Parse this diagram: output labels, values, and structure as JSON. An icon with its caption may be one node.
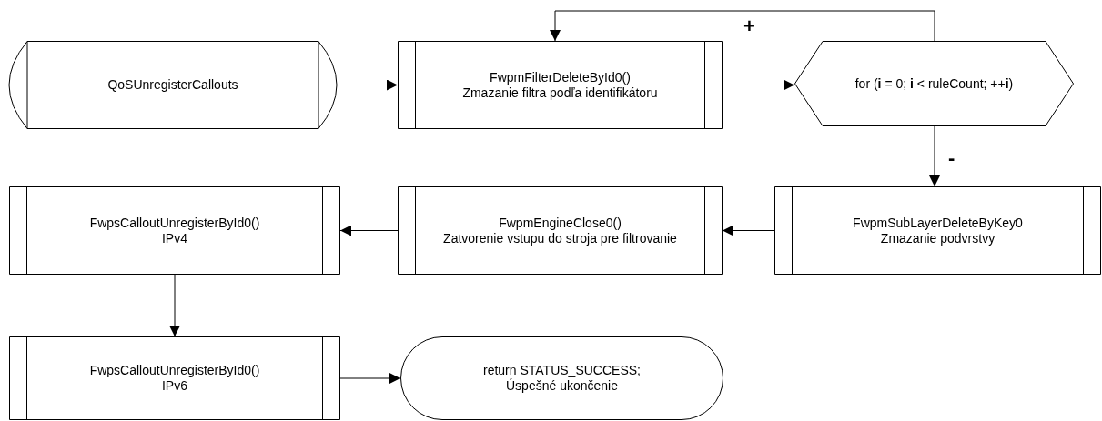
{
  "diagram": {
    "nodes": [
      {
        "text": [
          "QoSUnregisterCallouts"
        ]
      },
      {
        "text": [
          "FwpmFilterDeleteById0()",
          "Zmazanie filtra podľa identifikátoru"
        ]
      },
      {
        "text": [
          "for (**i** = 0; **i** < ruleCount; ++**i**)"
        ]
      },
      {
        "text": [
          "FwpmSubLayerDeleteByKey0",
          "Zmazanie podvrstvy"
        ]
      },
      {
        "text": [
          "FwpmEngineClose0()",
          "Zatvorenie vstupu do stroja pre filtrovanie"
        ]
      },
      {
        "text": [
          "FwpsCalloutUnregisterById0()",
          "IPv4"
        ]
      },
      {
        "text": [
          "FwpsCalloutUnregisterById0()",
          "IPv6"
        ]
      },
      {
        "text": [
          "return STATUS_SUCCESS;",
          "Úspešné ukončenie"
        ]
      }
    ],
    "edges": [
      {
        "from": 0,
        "to": 1,
        "arrow": "to"
      },
      {
        "from": 1,
        "to": 2,
        "arrow": "to"
      },
      {
        "from": 2,
        "to": 1,
        "arrow": "to",
        "label": "+"
      },
      {
        "from": 2,
        "to": 3,
        "arrow": "to",
        "label": "-"
      },
      {
        "from": 3,
        "to": 4,
        "arrow": "to"
      },
      {
        "from": 4,
        "to": 5,
        "arrow": "to"
      },
      {
        "from": 5,
        "to": 6,
        "arrow": "to"
      },
      {
        "from": 6,
        "to": 7,
        "arrow": "to"
      }
    ]
  }
}
